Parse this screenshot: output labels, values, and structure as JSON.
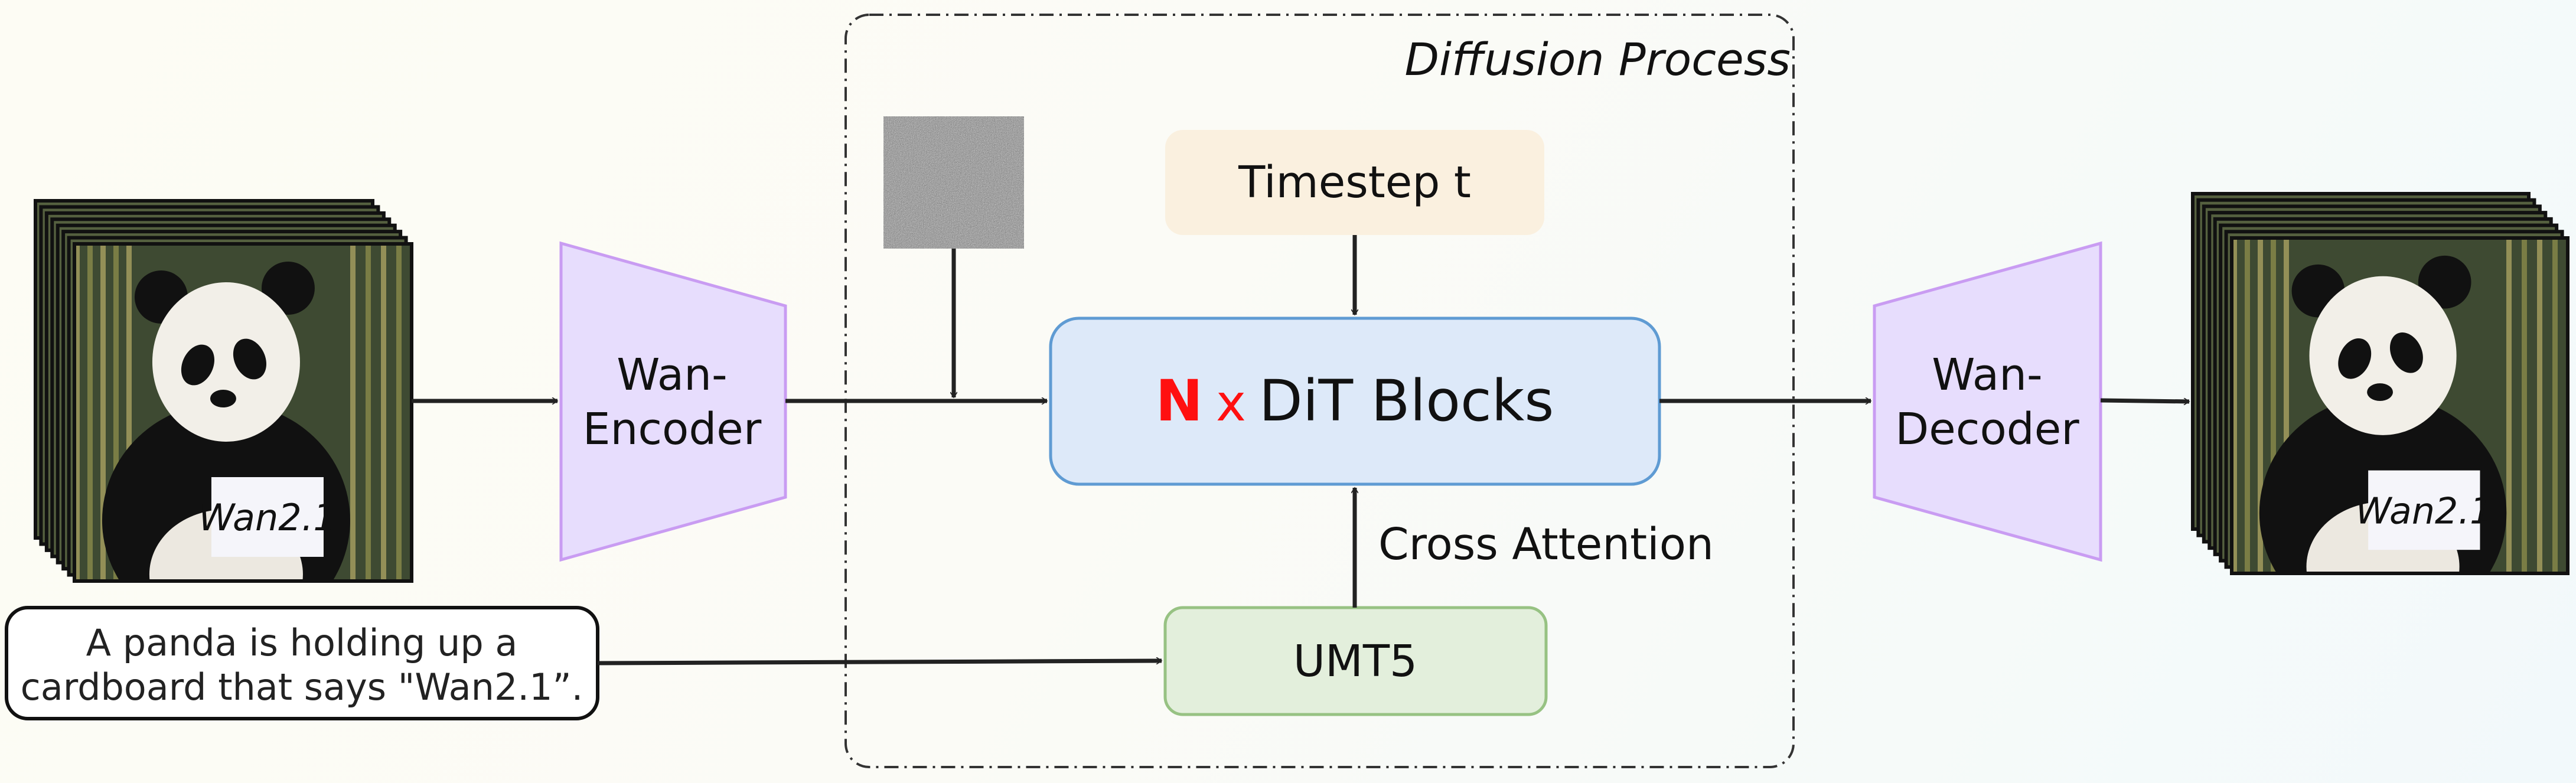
{
  "diagram": {
    "region_label": "Diffusion Process",
    "input_image": {
      "sign_text": "Wan2.1"
    },
    "output_image": {
      "sign_text": "Wan2.1"
    },
    "encoder": {
      "line1": "Wan-",
      "line2": "Encoder"
    },
    "decoder": {
      "line1": "Wan-",
      "line2": "Decoder"
    },
    "timestep": "Timestep t",
    "dit": {
      "n": "N",
      "x": "x",
      "label": "DiT Blocks"
    },
    "cross_attention": "Cross Attention",
    "text_encoder": "UMT5",
    "prompt": {
      "line1": "A panda is holding up a",
      "line2": "cardboard that says \"Wan2.1”."
    }
  },
  "colors": {
    "encoder_fill": "#e7ddfd",
    "encoder_stroke": "#c99cf2",
    "dit_fill": "#dde9f9",
    "dit_stroke": "#5f9bd3",
    "timestep_fill": "#faf0df",
    "umt5_fill": "#e3efdc",
    "umt5_stroke": "#97c283",
    "accent_red": "#ff1010"
  }
}
